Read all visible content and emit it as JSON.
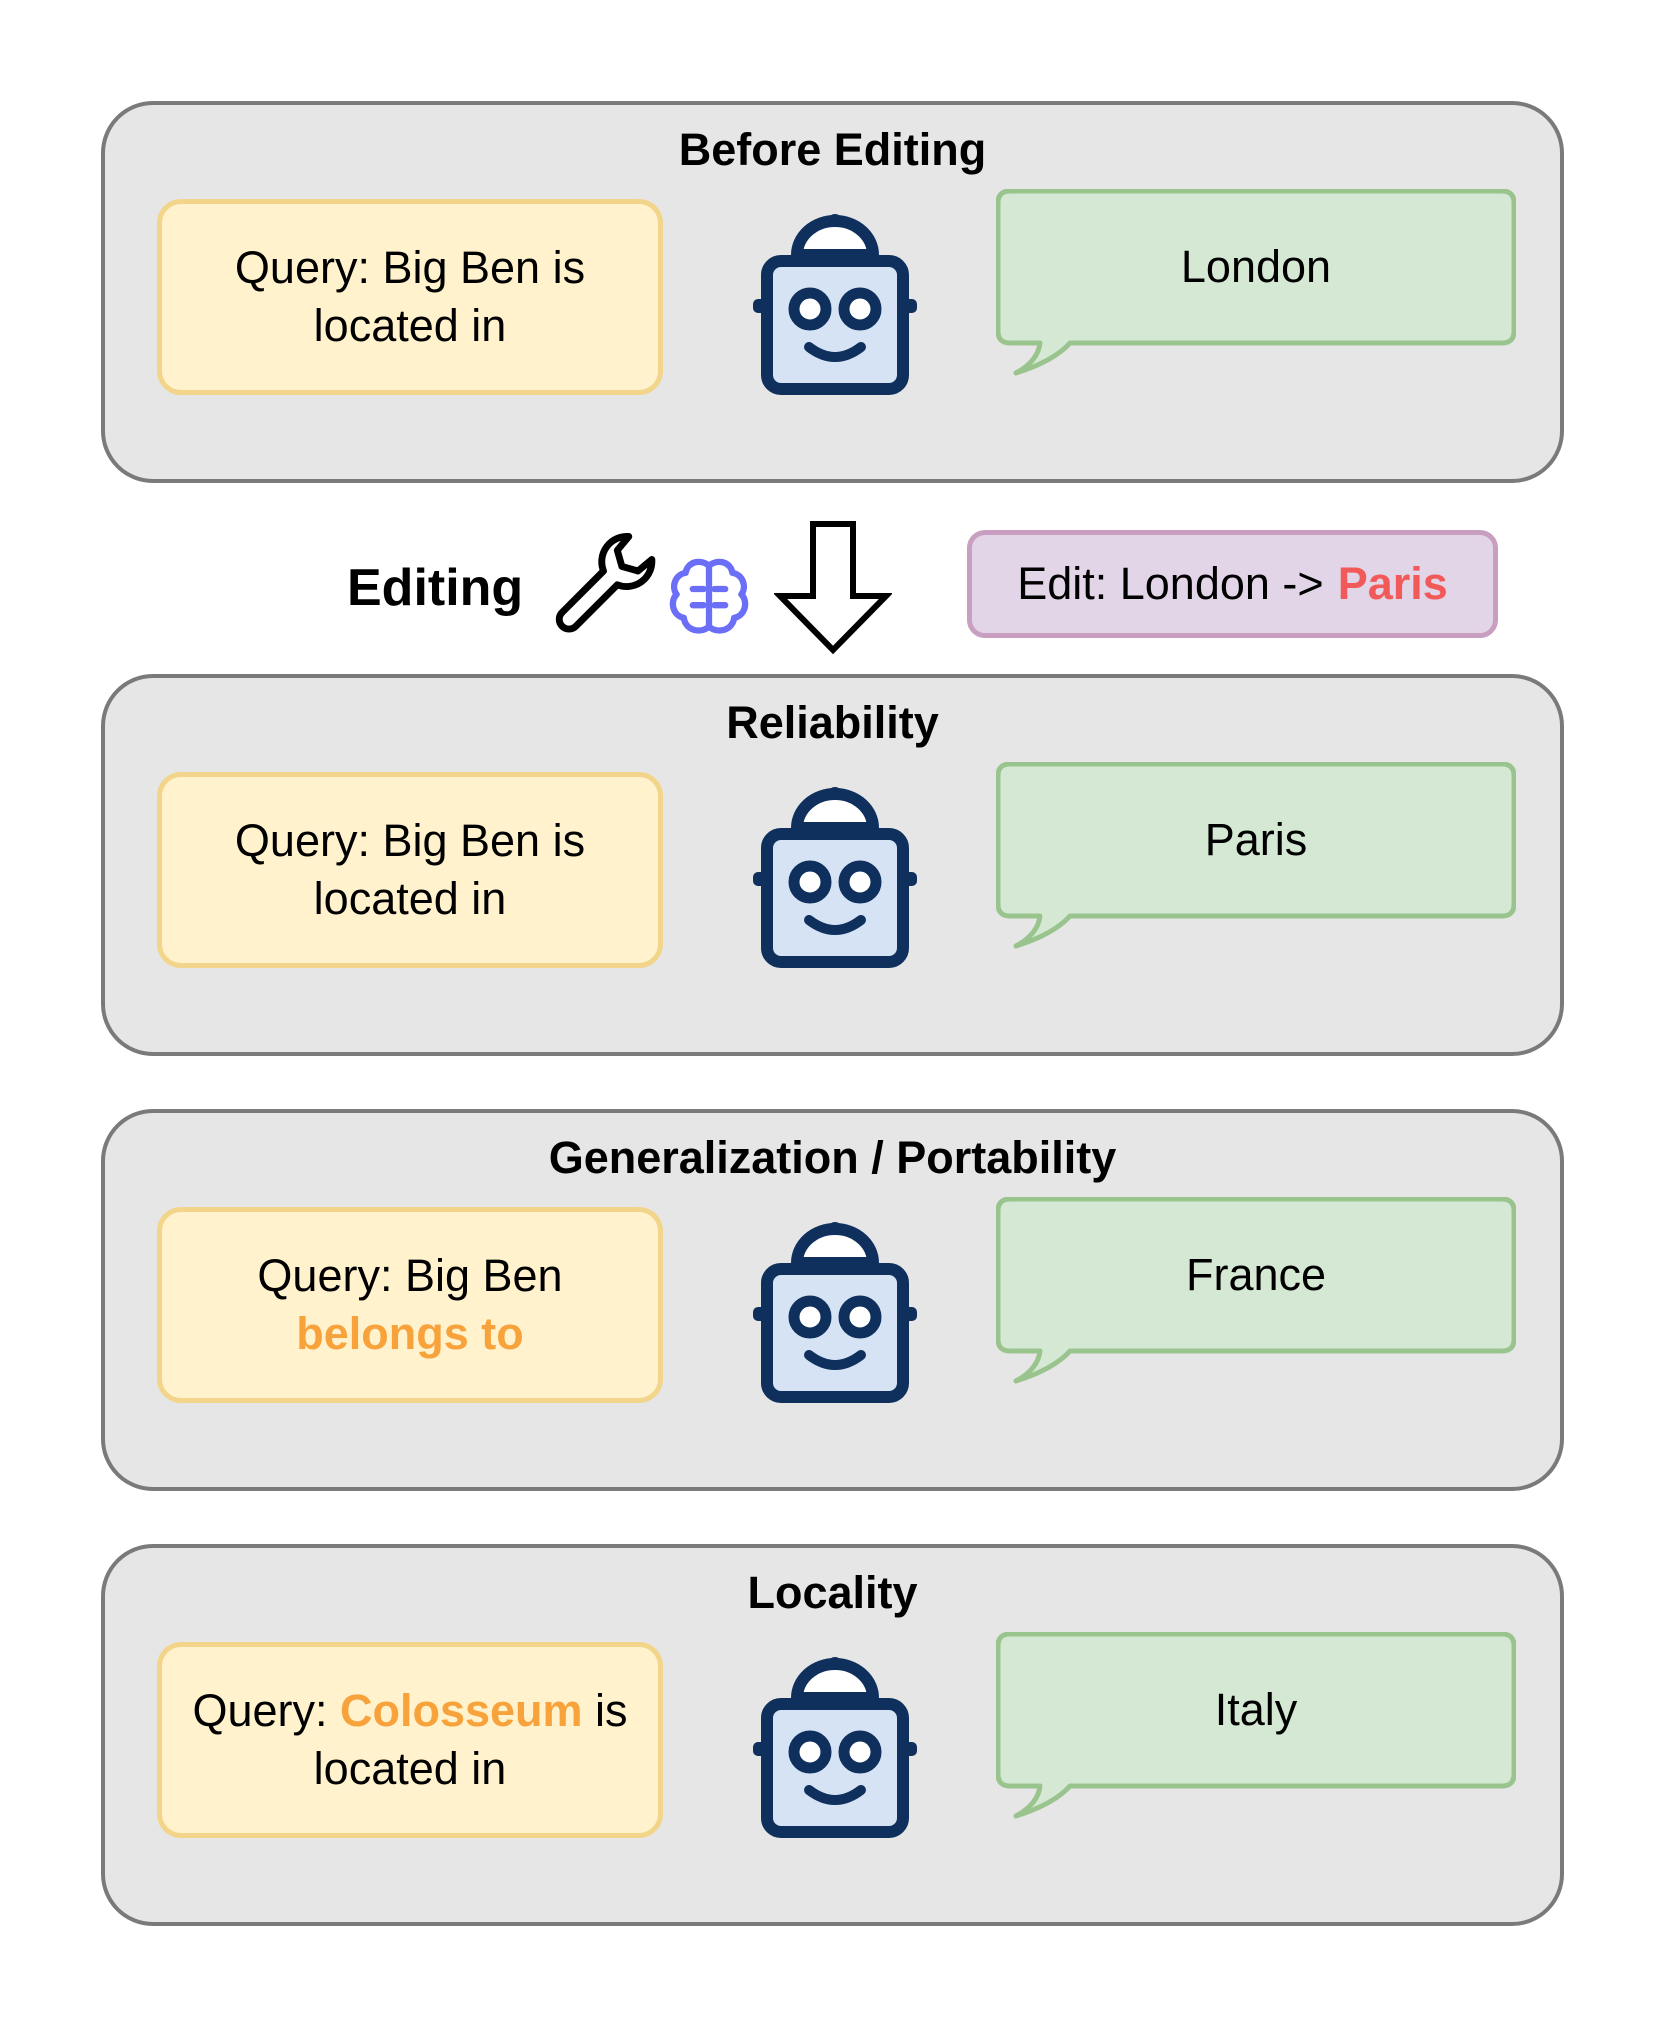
{
  "panels": [
    {
      "title": "Before Editing",
      "query": [
        {
          "text": "Query: Big Ben is located in",
          "highlight": false
        }
      ],
      "answer": "London"
    },
    {
      "title": "Reliability",
      "query": [
        {
          "text": "Query: Big Ben is located in",
          "highlight": false
        }
      ],
      "answer": "Paris"
    },
    {
      "title": "Generalization / Portability",
      "query": [
        {
          "text": "Query: Big Ben ",
          "highlight": false
        },
        {
          "text": "belongs to",
          "highlight": true
        }
      ],
      "answer": "France"
    },
    {
      "title": "Locality",
      "query": [
        {
          "text": "Query: ",
          "highlight": false
        },
        {
          "text": "Colosseum",
          "highlight": true
        },
        {
          "text": " is located in",
          "highlight": false
        }
      ],
      "answer": "Italy"
    }
  ],
  "editing": {
    "label": "Editing",
    "edit_prefix": "Edit: London ->",
    "edit_target": "Paris",
    "icons": [
      "wrench-icon",
      "brain-icon",
      "down-arrow-icon"
    ]
  },
  "colors": {
    "panel_bg": "#e6e6e6",
    "query_bg": "#fff2cc",
    "answer_bg": "#d5e8d4",
    "edit_bg": "#e1d5e7",
    "highlight": "#f7a23b",
    "edit_target": "#f25a5a",
    "robot": "#0f2f5c"
  }
}
